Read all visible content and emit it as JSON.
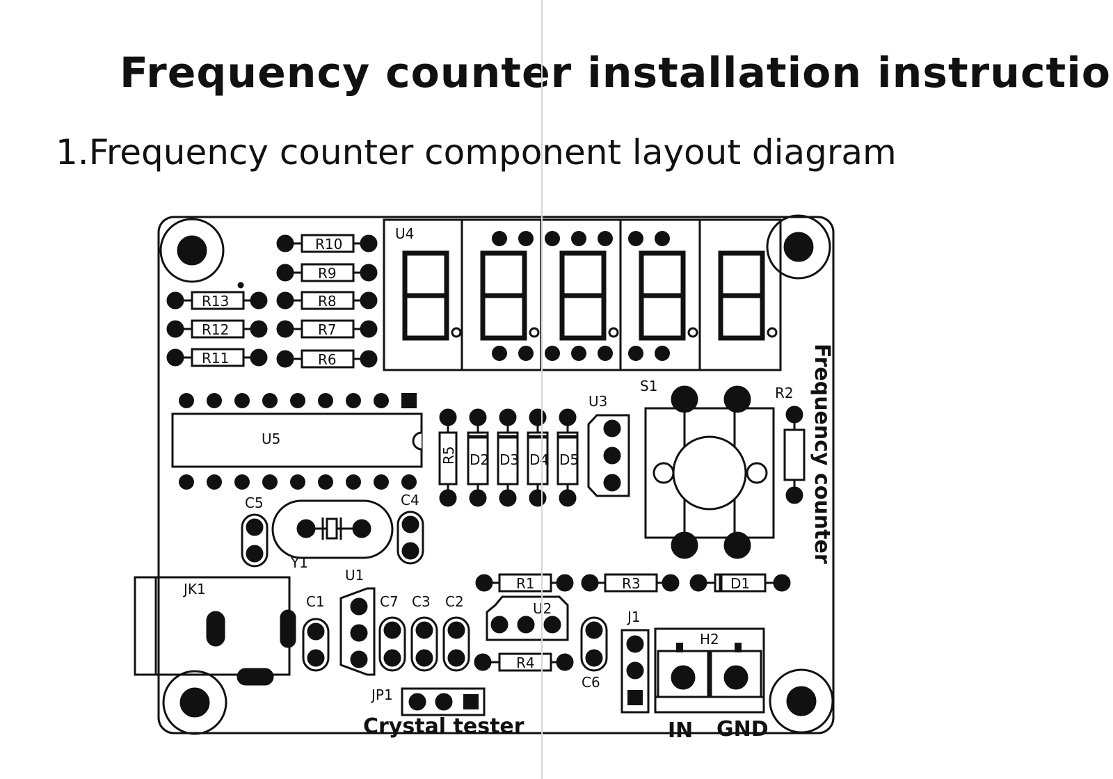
{
  "title": "Frequency counter installation instructions",
  "subtitle": "1.Frequency counter component layout diagram",
  "board": {
    "silkscreen_text": "Frequency counter",
    "crystal_tester_label": "Crystal tester",
    "in_label": "IN",
    "gnd_label": "GND",
    "refs": {
      "U4": "U4",
      "U5": "U5",
      "U3": "U3",
      "U1": "U1",
      "U2": "U2",
      "S1": "S1",
      "Y1": "Y1",
      "JK1": "JK1",
      "J1": "J1",
      "JP1": "JP1",
      "H2": "H2",
      "C1": "C1",
      "C2": "C2",
      "C3": "C3",
      "C4": "C4",
      "C5": "C5",
      "C6": "C6",
      "C7": "C7",
      "R1": "R1",
      "R2": "R2",
      "R3": "R3",
      "R4": "R4",
      "R5": "R5",
      "R6": "R6",
      "R7": "R7",
      "R8": "R8",
      "R9": "R9",
      "R10": "R10",
      "R11": "R11",
      "R12": "R12",
      "R13": "R13",
      "D1": "D1",
      "D2": "D2",
      "D3": "D3",
      "D4": "D4",
      "D5": "D5"
    }
  },
  "colors": {
    "ink": "#111111",
    "paper": "#ffffff",
    "fold": "#d8d8d8"
  }
}
